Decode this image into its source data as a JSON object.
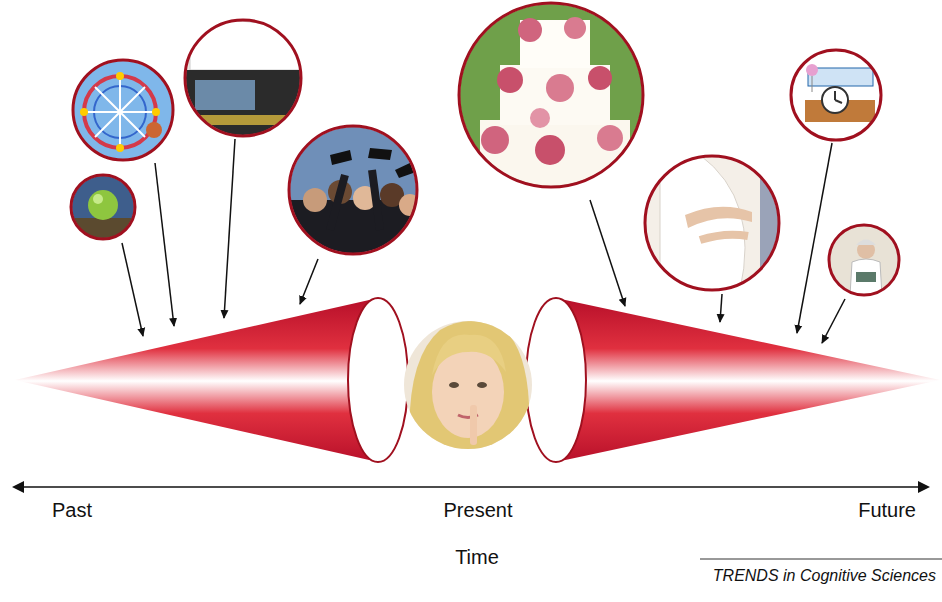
{
  "diagram": {
    "labels": [
      "Past",
      "Present",
      "Future",
      "Time",
      "TRENDS in Cognitive Sciences"
    ]
  }
}
